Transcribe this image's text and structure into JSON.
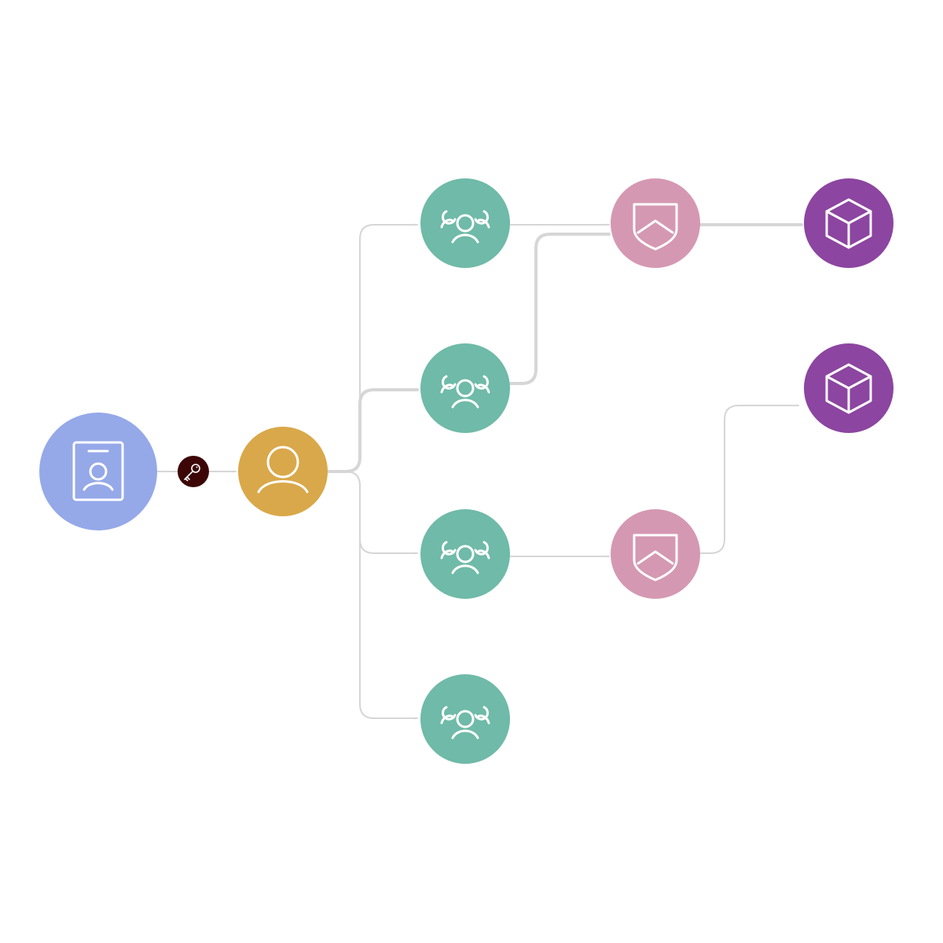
{
  "colors": {
    "edge": "#d6d6d6",
    "identity_badge": "#95a8e8",
    "user": "#d9a84a",
    "group": "#6fbaa8",
    "role": "#d598b2",
    "resource": "#8c45a0",
    "key_badge": "#3d0606"
  },
  "nodes": [
    {
      "id": "identity",
      "kind": "identity_badge",
      "icon": "id-badge-icon"
    },
    {
      "id": "user",
      "kind": "user",
      "icon": "user-icon"
    },
    {
      "id": "group-1",
      "kind": "group",
      "icon": "users-group-icon"
    },
    {
      "id": "group-2",
      "kind": "group",
      "icon": "users-group-icon"
    },
    {
      "id": "group-3",
      "kind": "group",
      "icon": "users-group-icon"
    },
    {
      "id": "group-4",
      "kind": "group",
      "icon": "users-group-icon"
    },
    {
      "id": "role-1",
      "kind": "role",
      "icon": "shield-icon"
    },
    {
      "id": "role-2",
      "kind": "role",
      "icon": "shield-icon"
    },
    {
      "id": "resource-1",
      "kind": "resource",
      "icon": "cube-icon"
    },
    {
      "id": "resource-2",
      "kind": "resource",
      "icon": "cube-icon"
    }
  ],
  "edges": [
    {
      "from": "identity",
      "to": "user",
      "marker": "key-icon",
      "weight": "thin"
    },
    {
      "from": "user",
      "to": "group-1",
      "weight": "thin"
    },
    {
      "from": "user",
      "to": "group-2",
      "weight": "thick"
    },
    {
      "from": "user",
      "to": "group-3",
      "weight": "thin"
    },
    {
      "from": "user",
      "to": "group-4",
      "weight": "thin"
    },
    {
      "from": "group-1",
      "to": "role-1",
      "weight": "thin"
    },
    {
      "from": "group-2",
      "to": "role-1",
      "weight": "thick"
    },
    {
      "from": "group-3",
      "to": "role-2",
      "weight": "thin"
    },
    {
      "from": "role-1",
      "to": "resource-1",
      "weight": "thick"
    },
    {
      "from": "role-2",
      "to": "resource-2",
      "weight": "thin"
    }
  ]
}
